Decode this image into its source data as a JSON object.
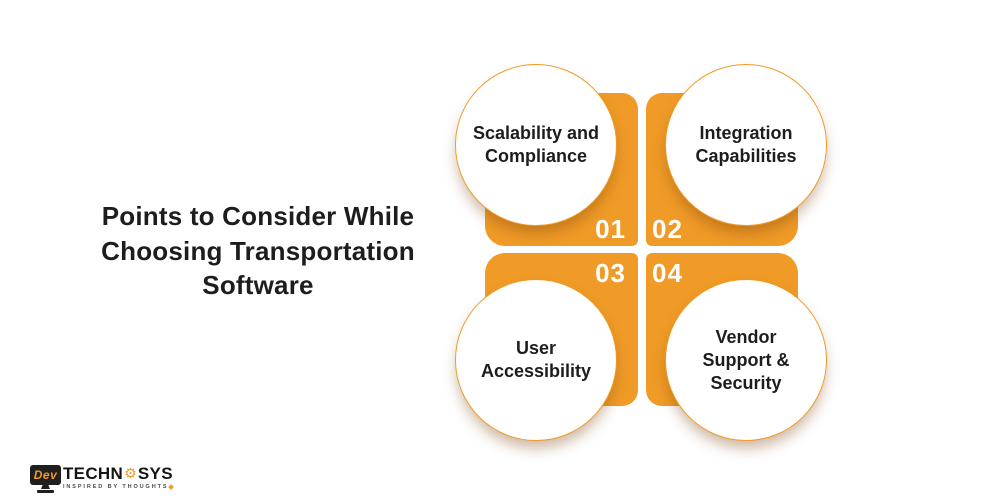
{
  "title": "Points to Consider While\nChoosing Transportation\nSoftware",
  "items": [
    {
      "number": "01",
      "label": "Scalability and\nCompliance"
    },
    {
      "number": "02",
      "label": "Integration\nCapabilities"
    },
    {
      "number": "03",
      "label": "User\nAccessibility"
    },
    {
      "number": "04",
      "label": "Vendor\nSupport &\nSecurity"
    }
  ],
  "logo": {
    "screen_text": "Dev",
    "brand_prefix": "TECHN",
    "brand_suffix": "SYS",
    "gear_icon": "⚙",
    "tagline": "INSPIRED BY THOUGHTS"
  },
  "theme": {
    "accent_orange": "#F09B27",
    "text_dark": "#1D1D1D",
    "number_white": "#FFFFFF",
    "logo_dark": "#1F1F1F"
  }
}
